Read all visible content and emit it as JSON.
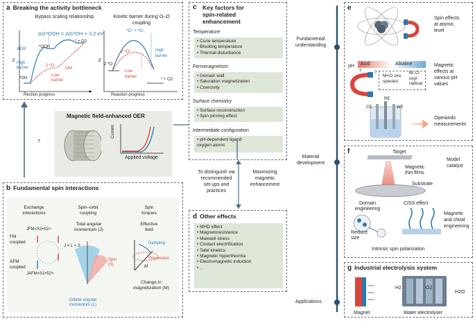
{
  "panel_a": {
    "label": "a",
    "title": "Breaking the activity bottleneck",
    "left_caption": "Bypass scaling relationship",
    "right_caption": "Kinetic barrier during O–O coupling",
    "delta_eq": "ΔG*OOH = ΔG*OH + 3.2 eV",
    "aem": "AEM",
    "ooh": "*OOH",
    "high_barrier_1": "High",
    "high_barrier_2": "barrier",
    "o2_species": "2 *O",
    "i2m": "I2M",
    "low_barrier_1": "Low",
    "low_barrier_2": "barrier",
    "oh": "*OH",
    "o2_product": "* + O2",
    "y_axis": "E",
    "x_axis": "Rection progress",
    "r_top": "*O↑ + *O↓",
    "r_red": "2 *O↑",
    "r_start": "2 *O",
    "r_high_1": "High",
    "r_high_2": "barrier",
    "r_low_1": "Low",
    "r_low_2": "barrier",
    "r_product": "* + O2",
    "r_x_axis": "Reaction progress",
    "r_y_axis": "E"
  },
  "center": {
    "title": "Magnetic field-enhanced OER",
    "current": "Current",
    "applied_voltage": "Applied voltage",
    "question": "?"
  },
  "panel_b": {
    "label": "b",
    "title": "Fundamental spin interactions",
    "col1_title_1": "Exchange",
    "col1_title_2": "interactions",
    "col2_title_1": "Spin–orbit",
    "col2_title_2": "coupling",
    "col3_title_1": "Spin",
    "col3_title_2": "torques",
    "jfm": "JFM<S1•S2>",
    "fm": "FM",
    "coupled": "coupled",
    "afm": "AFM",
    "coupled2": "coupled",
    "jafm": "JAFM<S1•S2>",
    "total_1": "Total angular",
    "total_2": "momentum (J)",
    "j_eq": "J = L + S",
    "spin_1": "Spin",
    "spin_2": "(S)",
    "orbital_1": "Orbital angular",
    "orbital_2": "momentum (L)",
    "effective_1": "Effective",
    "effective_2": "field",
    "damping": "Damping",
    "precession": "Precession",
    "m": "M",
    "change_1": "Change in",
    "change_2": "magnetization (M)"
  },
  "panel_c": {
    "label": "c",
    "title_1": "Key factors for",
    "title_2": "spin-related",
    "title_3": "enhancement",
    "groups": [
      {
        "heading": "Temperature",
        "items": [
          "Curie temperature",
          "Blocking temperature",
          "Thermal disturbance"
        ]
      },
      {
        "heading": "Ferromagnetism",
        "items": [
          "Domain wall",
          "Saturation magnetization",
          "Coercivity"
        ]
      },
      {
        "heading": "Surface chemistry",
        "items": [
          "Surface reconstruction",
          "Spin pinning effect"
        ]
      },
      {
        "heading": "Intermediate configuration",
        "items": [
          "pH-dependent ligand oxygen atoms"
        ]
      }
    ]
  },
  "middle_text": {
    "left_1": "To distinguish via",
    "left_2": "recommended",
    "left_3": "set-ups and",
    "left_4": "practices",
    "right_1": "Maximizing",
    "right_2": "magnetic",
    "right_3": "enhancement"
  },
  "panel_d": {
    "label": "d",
    "title": "Other effects",
    "items": [
      "MHD effect",
      "Magnetoresistance",
      "Maxwell stress",
      "Contact electrification",
      "Tafel kinetics",
      "Magnetic hyperthermia",
      "Electromagnetic induction",
      "..."
    ]
  },
  "axis_labels": {
    "fundamental_1": "Fundamental",
    "fundamental_2": "understanding",
    "material_1": "Material",
    "material_2": "development",
    "applications": "Applications"
  },
  "panel_e": {
    "label": "e",
    "atomic_1": "Spin effects",
    "atomic_2": "at atomic",
    "atomic_3": "level",
    "ph": "pH",
    "acid": "Acid",
    "alkaline": "Alkaline",
    "mo_1": "M=O oxo",
    "mo_2": "species",
    "mo2_1": "M–O·",
    "mo2_2": "oxyl",
    "mo2_3": "radical",
    "q1": "?",
    "q2": "?",
    "magnetic_1": "Magnetic",
    "magnetic_2": "effects at",
    "magnetic_3": "various pH",
    "magnetic_4": "values",
    "re": "RE",
    "ce": "CE",
    "we": "WE",
    "operando_1": "Operando",
    "operando_2": "measurements"
  },
  "panel_f": {
    "label": "f",
    "target": "Target",
    "thin_1": "Magnetic",
    "thin_2": "thin films",
    "substrate": "Substrate",
    "model_1": "Model",
    "model_2": "catalyst",
    "domain_1": "Domain",
    "domain_2": "engineering",
    "reduce_1": "Reduce",
    "reduce_2": "size",
    "ciss": "CISS effect",
    "intrinsic": "Intrinsic spin polarization",
    "chiral_1": "Magnetic",
    "chiral_2": "and chiral",
    "chiral_3": "engineering"
  },
  "panel_g": {
    "label": "g",
    "title": "Industrial electrolysis system",
    "h2": "H2",
    "o2": "O2",
    "h2o": "H2O",
    "magnet": "Magnet",
    "electrolyser": "Water electrolyser"
  },
  "colors": {
    "blue": "#2b78b5",
    "red": "#d9453b",
    "green_box": "#dde6d7",
    "grey_box": "#e9ece6",
    "navy": "#2f4f6f"
  }
}
